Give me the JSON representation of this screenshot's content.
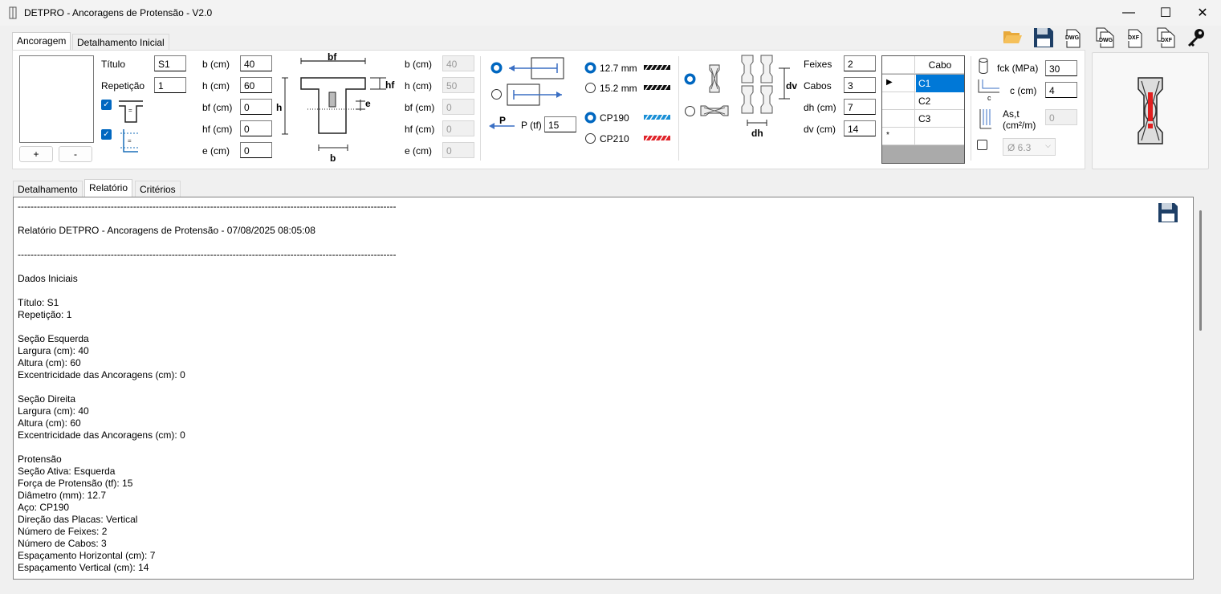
{
  "window": {
    "title": "DETPRO - Ancoragens de Protensão - V2.0",
    "minimize": "—",
    "maximize": "☐",
    "close": "✕"
  },
  "top_tabs": [
    "Ancoragem",
    "Detalhamento Inicial"
  ],
  "toolbar": {
    "icons": [
      "folder-open-icon",
      "save-icon",
      "export-dwg-icon",
      "export-dwg-multi-icon",
      "export-dxf-icon",
      "export-dxf-multi-icon",
      "key-icon"
    ],
    "dwg": "DWG",
    "dxf": "DXF"
  },
  "anchorage": {
    "titulo_label": "Título",
    "titulo_value": "S1",
    "repeticao_label": "Repetição",
    "repeticao_value": "1",
    "add_label": "+",
    "remove_label": "-"
  },
  "left_section": {
    "fields": [
      {
        "label": "b (cm)",
        "value": "40"
      },
      {
        "label": "h (cm)",
        "value": "60"
      },
      {
        "label": "bf (cm)",
        "value": "0"
      },
      {
        "label": "hf (cm)",
        "value": "0"
      },
      {
        "label": "e (cm)",
        "value": "0"
      }
    ]
  },
  "right_section": {
    "fields": [
      {
        "label": "b (cm)",
        "value": "40"
      },
      {
        "label": "h (cm)",
        "value": "50"
      },
      {
        "label": "bf (cm)",
        "value": "0"
      },
      {
        "label": "hf (cm)",
        "value": "0"
      },
      {
        "label": "e (cm)",
        "value": "0"
      }
    ]
  },
  "section_drawing": {
    "bf": "bf",
    "hf": "hf",
    "h": "h",
    "e": "e",
    "b": "b"
  },
  "force": {
    "p_symbol": "P",
    "label": "P (tf)",
    "value": "15"
  },
  "diameter": [
    {
      "label": "12.7 mm",
      "checked": true
    },
    {
      "label": "15.2 mm",
      "checked": false
    }
  ],
  "steel": [
    {
      "label": "CP190",
      "checked": true,
      "color": "#1a8fd6"
    },
    {
      "label": "CP210",
      "checked": false,
      "color": "#e0242a"
    }
  ],
  "plate_dim": {
    "dv": "dv",
    "dh": "dh"
  },
  "bundles": {
    "fields": [
      {
        "label": "Feixes",
        "value": "2"
      },
      {
        "label": "Cabos",
        "value": "3"
      },
      {
        "label": "dh (cm)",
        "value": "7"
      },
      {
        "label": "dv (cm)",
        "value": "14"
      }
    ]
  },
  "cable_grid": {
    "header": "Cabo",
    "rows": [
      "C1",
      "C2",
      "C3"
    ],
    "current_marker": "▶",
    "new_row_marker": "*"
  },
  "concrete": {
    "fck_label": "fck (MPa)",
    "fck_value": "30",
    "c_label": "c (cm)",
    "c_value": "4",
    "c_symbol": "c",
    "ast_label_1": "As,t",
    "ast_label_2": "(cm²/m)",
    "ast_value": "0",
    "bar_select": "Ø 6.3"
  },
  "bottom_tabs": [
    "Detalhamento",
    "Relatório",
    "Critérios"
  ],
  "report": {
    "lines": [
      "----------------------------------------------------------------------------------------------------------------------",
      "",
      "Relatório DETPRO - Ancoragens de Protensão - 07/08/2025 08:05:08",
      "",
      "----------------------------------------------------------------------------------------------------------------------",
      "",
      "Dados Iniciais",
      "",
      "Título: S1",
      "Repetição: 1",
      "",
      "Seção Esquerda",
      "Largura (cm): 40",
      "Altura (cm): 60",
      "Excentricidade das Ancoragens (cm): 0",
      "",
      "Seção Direita",
      "Largura (cm): 40",
      "Altura (cm): 60",
      "Excentricidade das Ancoragens (cm): 0",
      "",
      "Protensão",
      "Seção Ativa: Esquerda",
      "Força de Protensão (tf): 15",
      "Diâmetro (mm): 12.7",
      "Aço: CP190",
      "Direção das Placas: Vertical",
      "Número de Feixes: 2",
      "Número de Cabos: 3",
      "Espaçamento Horizontal (cm): 7",
      "Espaçamento Vertical (cm): 14"
    ]
  }
}
